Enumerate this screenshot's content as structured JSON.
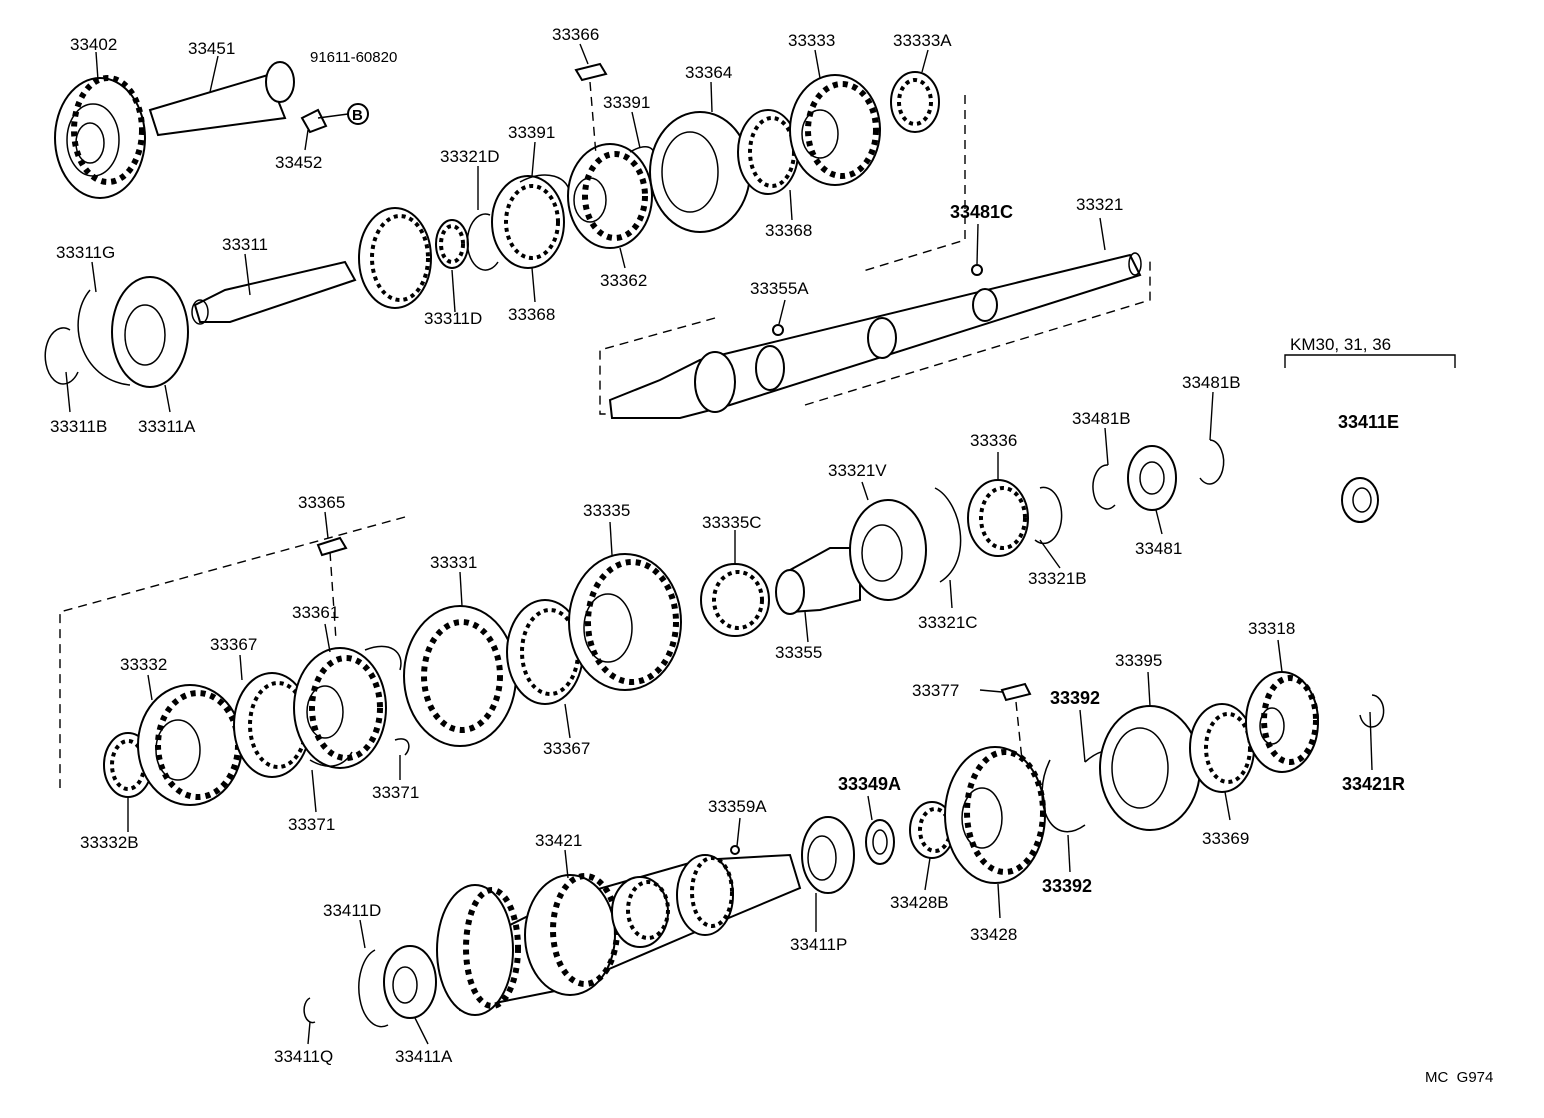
{
  "diagram": {
    "variant_label": "KM30, 31, 36",
    "footer_code": "MC  G974",
    "labels": {
      "p33402": "33402",
      "p33451": "33451",
      "p91611": "91611-60820",
      "p33452": "33452",
      "p33366": "33366",
      "p33391a": "33391",
      "p33391b": "33391",
      "p33364": "33364",
      "p33333": "33333",
      "p33333A": "33333A",
      "p33321D": "33321D",
      "p33311G": "33311G",
      "p33311": "33311",
      "p33311B": "33311B",
      "p33311A": "33311A",
      "p33311D": "33311D",
      "p33368a": "33368",
      "p33368b": "33368",
      "p33362": "33362",
      "p33481C": "33481C",
      "p33321": "33321",
      "p33355A": "33355A",
      "p33365": "33365",
      "p33335": "33335",
      "p33331": "33331",
      "p33361": "33361",
      "p33367a": "33367",
      "p33367b": "33367",
      "p33332": "33332",
      "p33332B": "33332B",
      "p33371a": "33371",
      "p33371b": "33371",
      "p33335C": "33335C",
      "p33355": "33355",
      "p33321V": "33321V",
      "p33321C": "33321C",
      "p33336": "33336",
      "p33321B": "33321B",
      "p33481Ba": "33481B",
      "p33481Bb": "33481B",
      "p33481": "33481",
      "p33411E": "33411E",
      "p33318": "33318",
      "p33395": "33395",
      "p33377": "33377",
      "p33392a": "33392",
      "p33392b": "33392",
      "p33369": "33369",
      "p33421R": "33421R",
      "p33421": "33421",
      "p33359A": "33359A",
      "p33349A": "33349A",
      "p33428B": "33428B",
      "p33428": "33428",
      "p33411P": "33411P",
      "p33411D": "33411D",
      "p33411Q": "33411Q",
      "p33411A": "33411A"
    },
    "bolt_marker": "B"
  }
}
